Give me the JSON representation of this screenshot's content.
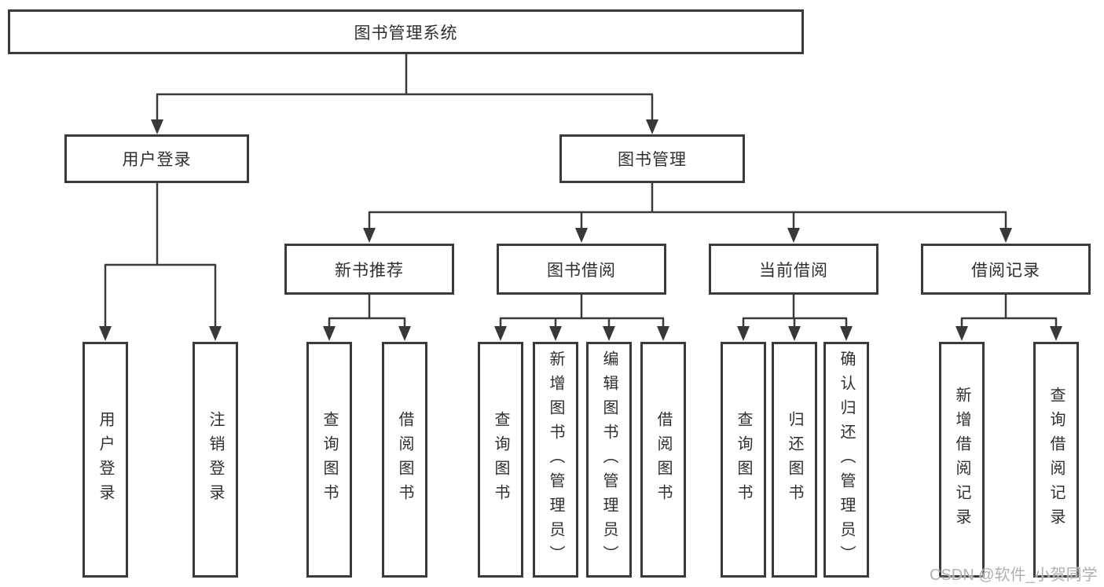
{
  "diagram": {
    "root": {
      "label": "图书管理系统"
    },
    "branches": [
      {
        "label": "用户登录",
        "leaves": [
          {
            "label": "用户登录"
          },
          {
            "label": "注销登录"
          }
        ]
      },
      {
        "label": "图书管理",
        "groups": [
          {
            "label": "新书推荐",
            "leaves": [
              {
                "label": "查询图书"
              },
              {
                "label": "借阅图书"
              }
            ]
          },
          {
            "label": "图书借阅",
            "leaves": [
              {
                "label": "查询图书"
              },
              {
                "label": "新增图书（管理员）"
              },
              {
                "label": "编辑图书（管理员）"
              },
              {
                "label": "借阅图书"
              }
            ]
          },
          {
            "label": "当前借阅",
            "leaves": [
              {
                "label": "查询图书"
              },
              {
                "label": "归还图书"
              },
              {
                "label": "确认归还（管理员）"
              }
            ]
          },
          {
            "label": "借阅记录",
            "leaves": [
              {
                "label": "新增借阅记录"
              },
              {
                "label": "查询借阅记录"
              }
            ]
          }
        ]
      }
    ],
    "watermark": "CSDN @软件_小贺同学",
    "colors": {
      "line": "#3b3b3b",
      "text": "#2f2f2f",
      "background": "#ffffff",
      "watermark": "#b0b0b0"
    }
  }
}
